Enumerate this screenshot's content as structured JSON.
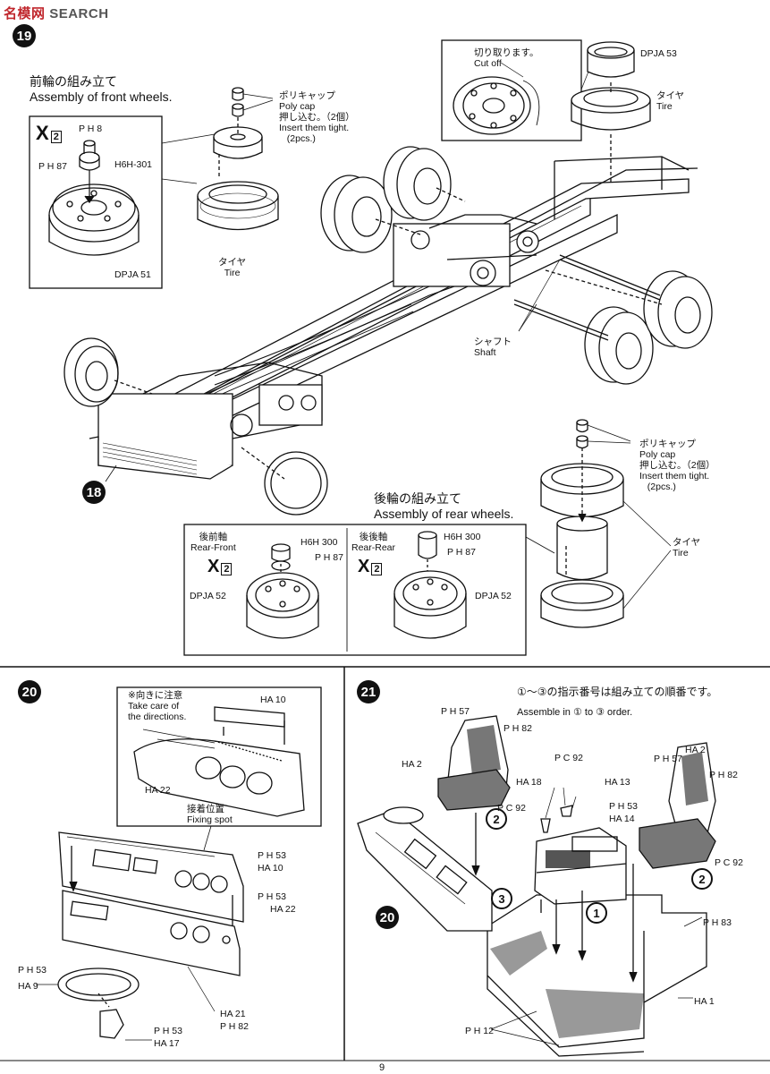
{
  "watermark": {
    "cn": "名模网",
    "en": "SEARCH"
  },
  "page_number": "9",
  "step19": {
    "number": "19",
    "front_title_jp": "前輪の組み立て",
    "front_title_en": "Assembly of front wheels.",
    "x2_mark": "X",
    "x2_count": "2",
    "ph8": "P H 8",
    "ph87": "P H 87",
    "h6h301": "H6H-301",
    "dpja51": "DPJA 51",
    "polycap_jp": "ポリキャップ",
    "polycap_en": "Poly cap",
    "push_jp": "押し込む。（2個）",
    "insert_en": "Insert them tight.",
    "pcs": "(2pcs.)",
    "tire_jp": "タイヤ",
    "tire_en": "Tire",
    "cutoff_jp": "切り取ります。",
    "cutoff_en": "Cut off",
    "dpja53": "DPJA 53",
    "tire2_jp": "タイヤ",
    "tire2_en": "Tire",
    "shaft_jp": "シャフト",
    "shaft_en": "Shaft",
    "step18": "18",
    "rear_title_jp": "後輪の組み立て",
    "rear_title_en": "Assembly of rear wheels.",
    "rear_front_jp": "後前軸",
    "rear_front_en": "Rear-Front",
    "rear_rear_jp": "後後軸",
    "rear_rear_en": "Rear-Rear",
    "h6h300": "H6H 300",
    "ph87b": "P H 87",
    "dpja52": "DPJA 52",
    "polycap2_jp": "ポリキャップ",
    "polycap2_en": "Poly cap",
    "push2_jp": "押し込む。（2個）",
    "insert2_en": "Insert them tight.",
    "pcs2": "(2pcs.)",
    "tire3_jp": "タイヤ",
    "tire3_en": "Tire"
  },
  "step20": {
    "number": "20",
    "note_jp": "※向きに注意",
    "note_en1": "Take care of",
    "note_en2": "the directions.",
    "ha10": "HA 10",
    "ha22": "HA 22",
    "fix_jp": "接着位置",
    "fix_en": "Fixing spot",
    "ph53a": "P H 53",
    "ha10b": "HA 10",
    "ph53b": "P H 53",
    "ha22b": "HA 22",
    "ph53c": "P H 53",
    "ha9": "HA 9",
    "ha21": "HA 21",
    "ph82": "P H 82",
    "ph53d": "P H 53",
    "ha17": "HA 17"
  },
  "step21": {
    "number": "21",
    "order_jp": "①～③の指示番号は組み立ての順番です。",
    "order_en": "Assemble in ① to ③ order.",
    "ph57": "P H 57",
    "ph82": "P H 82",
    "ha2": "HA 2",
    "ha18": "HA 18",
    "pc92": "P C 92",
    "ha13": "HA 13",
    "ph53": "P H 53",
    "ha14": "HA 14",
    "ha2b": "HA 2",
    "ph57b": "P H 57",
    "ph82b": "P H 82",
    "pc92b": "P C 92",
    "pc92c": "P C 92",
    "ph83": "P H 83",
    "ha1": "HA 1",
    "ph12": "P H 12",
    "step20ref": "20",
    "o1": "1",
    "o2": "2",
    "o2b": "2",
    "o3": "3"
  }
}
